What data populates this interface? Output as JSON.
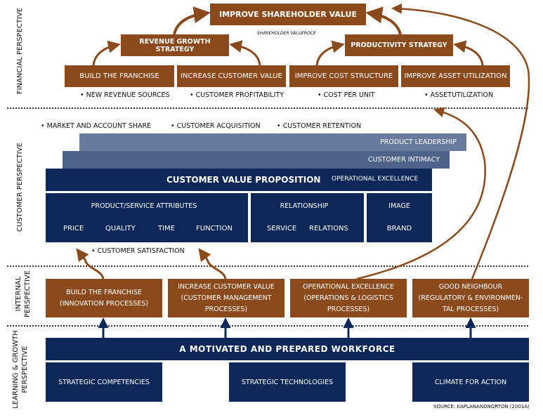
{
  "perspectives": {
    "financial": "FINANCIAL PERSPECTIVE",
    "customer": "CUSTOMER PERSPECTIVE",
    "internal_line1": "INTERNAL",
    "internal_line2": "PERSPECTIVE",
    "learning_line1": "LEARNING & GROWTH",
    "learning_line2": "PERSPECTIVE"
  },
  "financial": {
    "top": "IMPROVE SHAREHOLDER VALUE",
    "top_note": "SHAREHOLDER VALUEROCE",
    "revenue_strategy": "REVENUE GROWTH STRATEGY",
    "productivity_strategy": "PRODUCTIVITY STRATEGY",
    "boxes": [
      {
        "label": "BUILD THE FRANCHISE",
        "bullet": "• NEW REVENUE SOURCES"
      },
      {
        "label": "INCREASE CUSTOMER VALUE",
        "bullet": "• CUSTOMER PROFITABILITY"
      },
      {
        "label": "IMPROVE COST STRUCTURE",
        "bullet": "• COST PER UNIT"
      },
      {
        "label": "IMPROVE ASSET UTILIZATION",
        "bullet": "• ASSETUTILIZATION"
      }
    ]
  },
  "customer": {
    "bullets": [
      "• MARKET AND ACCOUNT SHARE",
      "• CUSTOMER ACQUISITION",
      "• CUSTOMER RETENTION"
    ],
    "product_leadership": "PRODUCT LEADERSHIP",
    "customer_intimacy": "CUSTOMER INTIMACY",
    "cvp": "CUSTOMER VALUE PROPOSITION",
    "operational_excellence": "OPERATIONAL EXCELLENCE",
    "attributes": {
      "title": "PRODUCT/SERVICE ATTRIBUTES",
      "items": [
        "PRICE",
        "QUALITY",
        "TIME",
        "FUNCTION"
      ]
    },
    "relationship": {
      "title": "RELATIONSHIP",
      "items": [
        "SERVICE",
        "RELATIONS"
      ]
    },
    "image": {
      "title": "IMAGE",
      "items": [
        "BRAND"
      ]
    },
    "satisfaction": "• CUSTOMER SATISFACTION"
  },
  "internal": {
    "boxes": [
      {
        "line1": "BUILD THE FRANCHISE",
        "line2": "(INNOVATION PROCESSES)",
        "line3": ""
      },
      {
        "line1": "INCREASE CUSTOMER VALUE",
        "line2": "(CUSTOMER MANAGEMENT",
        "line3": "PROCESSES)"
      },
      {
        "line1": "OPERATIONAL EXCELLENCE",
        "line2": "(OPERATIONS & LOGISTICS",
        "line3": "PROCESSES)"
      },
      {
        "line1": "GOOD NEIGHBOUR",
        "line2": "(REGULATORY & ENVIRONMEN-",
        "line3": "TAL PROCESSES)"
      }
    ]
  },
  "learning": {
    "workforce": "A MOTIVATED AND PREPARED WORKFORCE",
    "boxes": [
      "STRATEGIC COMPETENCIES",
      "STRATEGIC TECHNOLOGIES",
      "CLIMATE FOR ACTION"
    ]
  },
  "source": "SOURCE: KAPLANANDNORTON (2001A)",
  "colors": {
    "brown": "#8b4a1c",
    "navy": "#0c2758",
    "slate1": "#687b9c",
    "slate2": "#4e6389"
  }
}
